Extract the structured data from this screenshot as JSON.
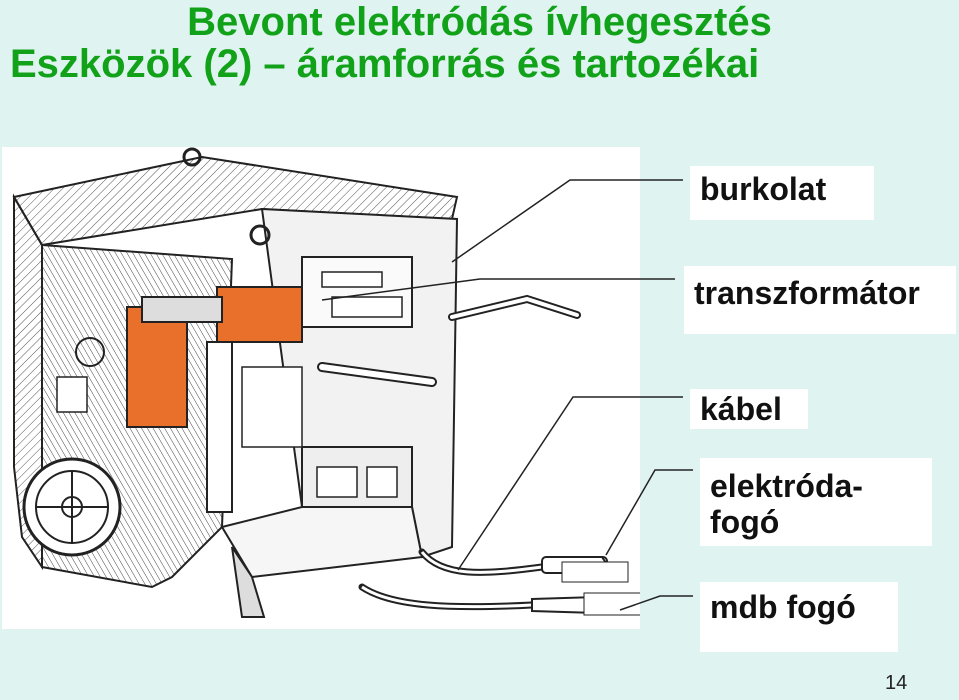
{
  "title": {
    "line1": "Bevont elektródás ívhegesztés",
    "line2": "Eszközök (2) – áramforrás és tartozékai"
  },
  "labels": {
    "burkolat": "burkolat",
    "transzformator": "transzformátor",
    "kabel": "kábel",
    "elektroda_line1": "elektróda-",
    "elektroda_line2": "fogó",
    "mdb": "mdb fogó"
  },
  "page_number": "14",
  "colors": {
    "title": "#12a21a",
    "background": "#dff3f1",
    "transformer": "#e8702a",
    "line": "#222222"
  }
}
